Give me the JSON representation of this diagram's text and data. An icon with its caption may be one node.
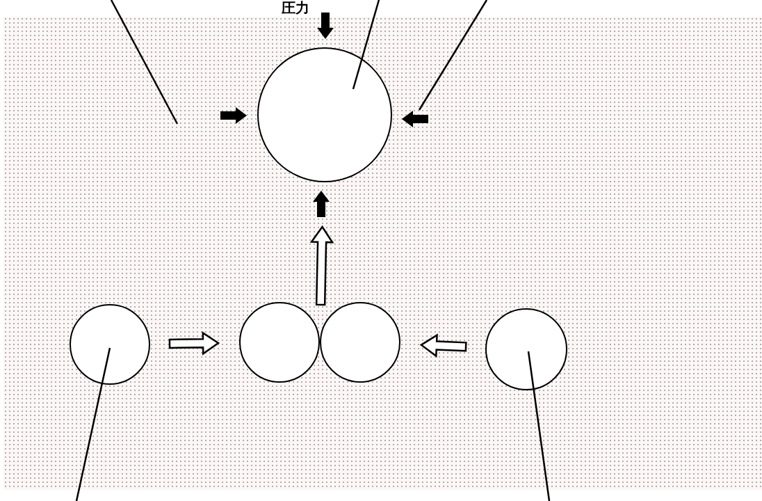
{
  "diagram": {
    "nodes": [
      {
        "text": [],
        "shape": "box"
      },
      {
        "text": [],
        "shape": "circle",
        "in": 0
      },
      {
        "text": [],
        "shape": "circle",
        "in": 0
      },
      {
        "text": [],
        "shape": "circle",
        "in": 0
      },
      {
        "text": [],
        "shape": "circle",
        "in": 0
      },
      {
        "text": [],
        "shape": "circle",
        "in": 0
      }
    ],
    "edges": [
      {
        "from": null,
        "to": 0,
        "arrow": "none"
      },
      {
        "from": null,
        "to": 1,
        "arrow": "none"
      },
      {
        "from": null,
        "to": 1,
        "arrow": "none"
      },
      {
        "from": null,
        "to": 2,
        "arrow": "none"
      },
      {
        "from": null,
        "to": 5,
        "arrow": "none"
      },
      {
        "from": 2,
        "to": 3,
        "arrow": "to"
      },
      {
        "from": 5,
        "to": 4,
        "arrow": "to"
      },
      {
        "from": 3,
        "to": 1,
        "arrow": "to"
      },
      {
        "from": 4,
        "to": 1,
        "arrow": "to"
      }
    ],
    "labels": [
      "圧力"
    ]
  }
}
